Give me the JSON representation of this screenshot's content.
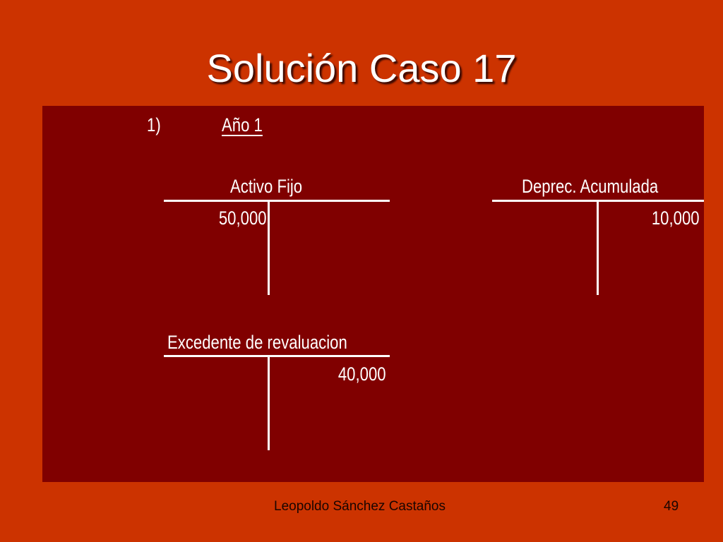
{
  "slide": {
    "title": "Solución Caso 17",
    "case_number": "1)",
    "period_label": "Año 1"
  },
  "accounts": {
    "activo_fijo": {
      "title": "Activo Fijo",
      "debit": "50,000",
      "credit": ""
    },
    "deprec_acumulada": {
      "title": "Deprec. Acumulada",
      "debit": "",
      "credit": "10,000"
    },
    "excedente": {
      "title": "Excedente de revaluacion",
      "debit": "",
      "credit": "40,000"
    }
  },
  "footer": {
    "author": "Leopoldo Sánchez Castaños",
    "page_number": "49"
  },
  "colors": {
    "slide_background": "#cc3300",
    "panel_background": "#800000",
    "text": "#ffffff"
  }
}
